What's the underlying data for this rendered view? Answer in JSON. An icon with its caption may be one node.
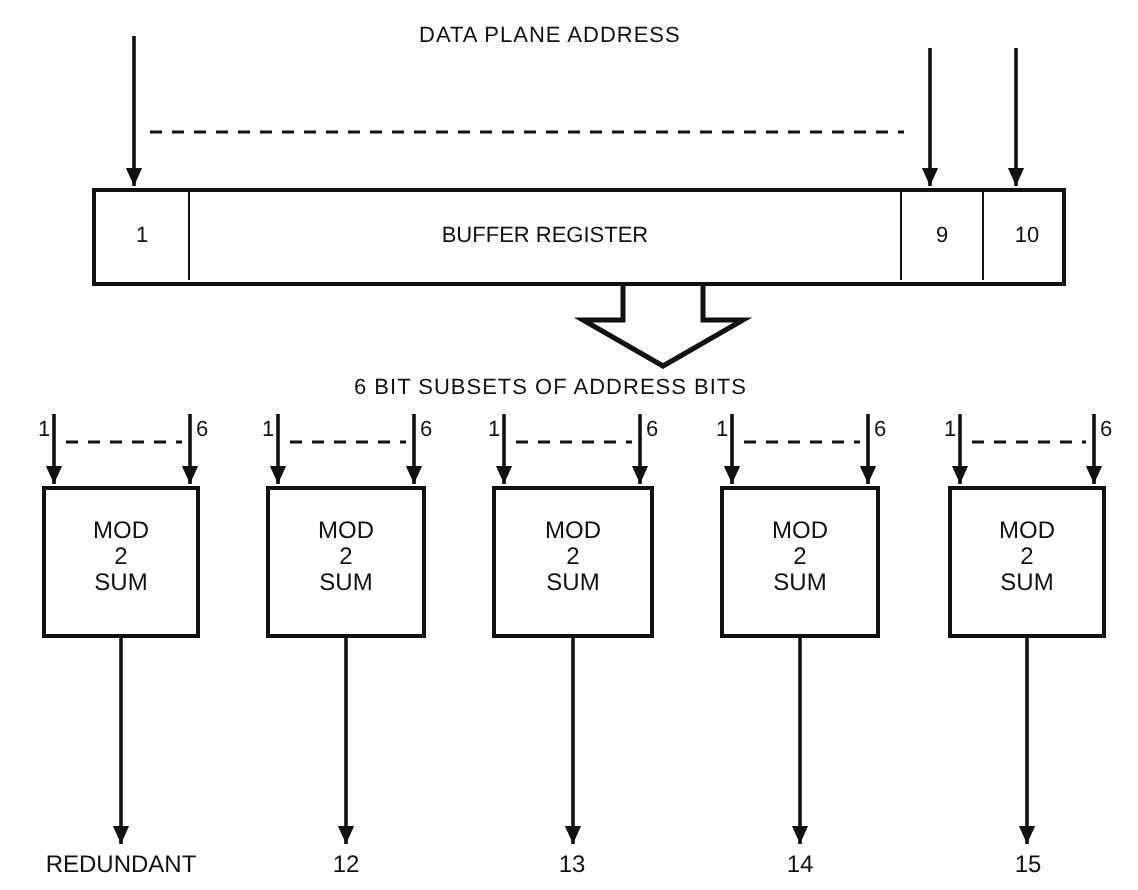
{
  "diagram": {
    "nodes": [
      {
        "text": [],
        "shape": "bar"
      },
      {
        "text": [
          "1"
        ],
        "in": 0
      },
      {
        "text": [
          "BUFFER REGISTER"
        ],
        "in": 0
      },
      {
        "text": [
          "9"
        ],
        "in": 0
      },
      {
        "text": [
          "10"
        ],
        "in": 0
      },
      {
        "text": [
          "MOD 2 SUM"
        ]
      },
      {
        "text": [
          "MOD 2 SUM"
        ]
      },
      {
        "text": [
          "MOD 2 SUM"
        ]
      },
      {
        "text": [
          "MOD 2 SUM"
        ]
      },
      {
        "text": [
          "MOD 2 SUM"
        ]
      },
      {
        "text": [
          "REDUNDANT"
        ]
      },
      {
        "text": [
          "12"
        ]
      },
      {
        "text": [
          "13"
        ]
      },
      {
        "text": [
          "14"
        ]
      },
      {
        "text": [
          "15"
        ]
      }
    ],
    "edges": [
      {
        "from": null,
        "to": 1,
        "arrow": "to"
      },
      {
        "from": null,
        "to": 3,
        "arrow": "to"
      },
      {
        "from": null,
        "to": 4,
        "arrow": "to"
      },
      {
        "from": 0,
        "to": null,
        "arrow": "to",
        "style": "thick"
      },
      {
        "from": null,
        "to": 5,
        "arrow": "to",
        "label": "1"
      },
      {
        "from": null,
        "to": 5,
        "arrow": "to",
        "label": "6"
      },
      {
        "from": 5,
        "to": 10,
        "arrow": "to"
      },
      {
        "from": null,
        "to": 6,
        "arrow": "to",
        "label": "1"
      },
      {
        "from": null,
        "to": 6,
        "arrow": "to",
        "label": "6"
      },
      {
        "from": 6,
        "to": 11,
        "arrow": "to"
      },
      {
        "from": null,
        "to": 7,
        "arrow": "to",
        "label": "1"
      },
      {
        "from": null,
        "to": 7,
        "arrow": "to",
        "label": "6"
      },
      {
        "from": 7,
        "to": 12,
        "arrow": "to"
      },
      {
        "from": null,
        "to": 8,
        "arrow": "to",
        "label": "1"
      },
      {
        "from": null,
        "to": 8,
        "arrow": "to",
        "label": "6"
      },
      {
        "from": 8,
        "to": 13,
        "arrow": "to"
      },
      {
        "from": null,
        "to": 9,
        "arrow": "to",
        "label": "1"
      },
      {
        "from": null,
        "to": 9,
        "arrow": "to",
        "label": "6"
      },
      {
        "from": 9,
        "to": 14,
        "arrow": "to"
      }
    ],
    "labels": [
      "DATA PLANE ADDRESS",
      "6 BIT SUBSETS OF ADDRESS BITS"
    ]
  }
}
